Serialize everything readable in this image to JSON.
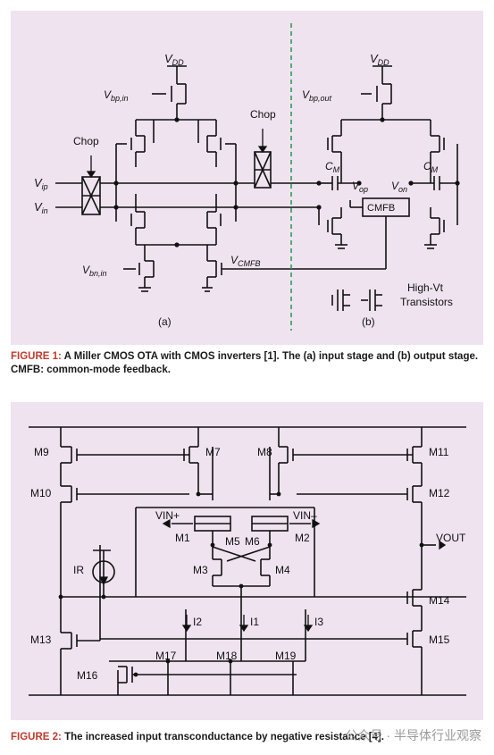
{
  "fig1": {
    "labels": {
      "vdd_left": "V",
      "vdd_left_sub": "DD",
      "vbp_in": "V",
      "vbp_in_sub": "bp,in",
      "chop_left": "Chop",
      "chop_mid": "Chop",
      "vip": "V",
      "vip_sub": "ip",
      "vin": "V",
      "vin_sub": "in",
      "vbn_in": "V",
      "vbn_in_sub": "bn,in",
      "vcmfb": "V",
      "vcmfb_sub": "CMFB",
      "vdd_right": "V",
      "vdd_right_sub": "DD",
      "vbp_out": "V",
      "vbp_out_sub": "bp,out",
      "cm_left": "C",
      "cm_left_sub": "M",
      "cm_right": "C",
      "cm_right_sub": "M",
      "vop": "V",
      "vop_sub": "op",
      "von": "V",
      "von_sub": "on",
      "cmfb": "CMFB",
      "highvt_1": "High-Vt",
      "highvt_2": "Transistors",
      "sub_a": "(a)",
      "sub_b": "(b)"
    },
    "caption_label": "FIGURE 1:",
    "caption_text": " A Miller CMOS OTA with CMOS inverters [1]. The (a) input stage and (b) output stage. CMFB: common-mode feedback."
  },
  "fig2": {
    "labels": {
      "m9": "M9",
      "m7": "M7",
      "m8": "M8",
      "m11": "M11",
      "m10": "M10",
      "m12": "M12",
      "vin_plus": "VIN+",
      "vin_minus": "VIN–",
      "m1": "M1",
      "m5": "M5",
      "m6": "M6",
      "m2": "M2",
      "vout": "VOUT",
      "ir": "IR",
      "m3": "M3",
      "m4": "M4",
      "m14": "M14",
      "i2": "I2",
      "i1": "I1",
      "i3": "I3",
      "m13": "M13",
      "m15": "M15",
      "m17": "M17",
      "m18": "M18",
      "m19": "M19",
      "m16": "M16"
    },
    "caption_label": "FIGURE 2:",
    "caption_text": " The increased input transconductance by negative resistance [4]."
  },
  "watermark": "公众号 · 半导体行业观察",
  "colors": {
    "panel": "#efe3f0",
    "accent": "#c0392b",
    "dashed": "#2e9e4f",
    "wire": "#111111"
  }
}
